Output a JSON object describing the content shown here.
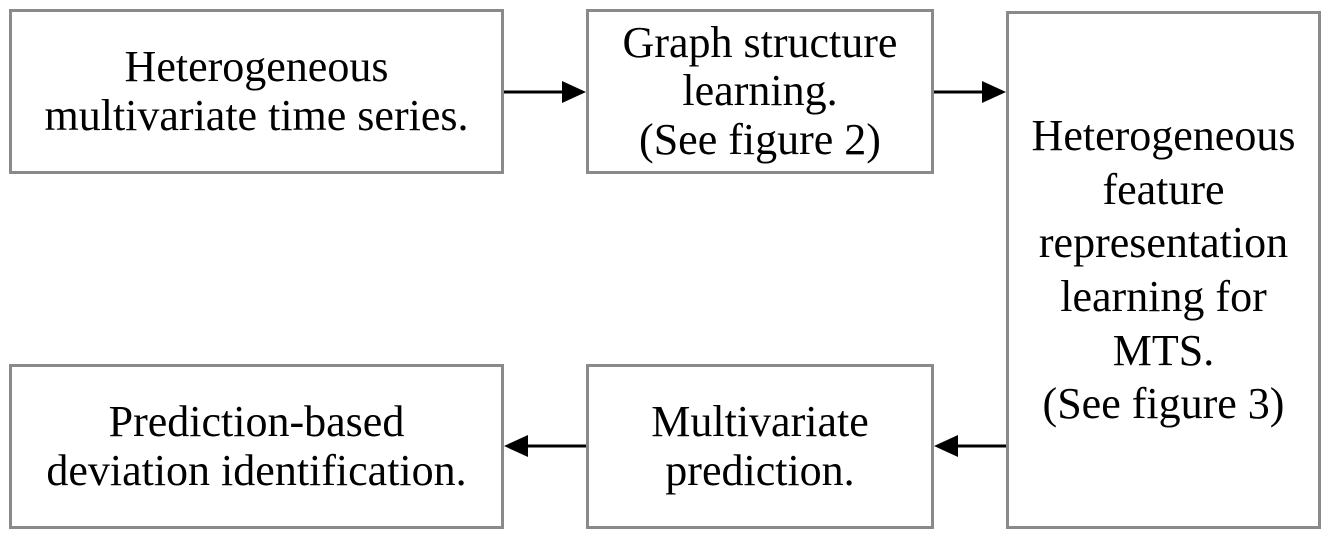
{
  "boxes": {
    "heterogeneous_mts": {
      "lines": [
        "Heterogeneous",
        "multivariate time series."
      ]
    },
    "graph_structure_learning": {
      "lines": [
        "Graph structure",
        "learning.",
        "(See figure 2)"
      ]
    },
    "feature_representation_learning": {
      "lines": [
        "Heterogeneous",
        "feature",
        "representation",
        "learning for",
        "MTS.",
        "(See figure 3)"
      ]
    },
    "multivariate_prediction": {
      "lines": [
        "Multivariate",
        "prediction."
      ]
    },
    "deviation_identification": {
      "lines": [
        "Prediction-based",
        "deviation identification."
      ]
    }
  },
  "colors": {
    "box_border": "#8a8a8a",
    "arrow": "#000000",
    "text": "#000000"
  }
}
